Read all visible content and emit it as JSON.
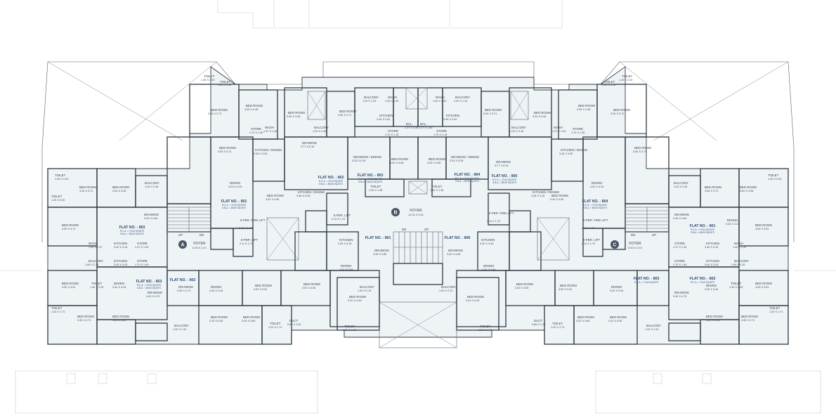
{
  "wing_markers": [
    "A",
    "B",
    "C"
  ],
  "flats": [
    {
      "label": "FLAT NO. - 801",
      "areas": [
        "R.C.A. = 70.43 SQ.MTS",
        "S.B.A. = 85.50 SQ.MTS"
      ]
    },
    {
      "label": "FLAT NO. - 802",
      "areas": [
        "R.C.A. = 70.43 SQ.MTS",
        "S.B.A. = 85.50 SQ.MTS"
      ]
    },
    {
      "label": "FLAT NO. - 803",
      "areas": [
        "R.C.A. = 70.43 SQ.MTS",
        "S.B.A. = 85.50 SQ.MTS"
      ]
    },
    {
      "label": "FLAT NO. - 804",
      "areas": [
        "R.C.A. = 70.43 SQ.MTS",
        "S.B.A. = 85.50 SQ.MTS"
      ]
    },
    {
      "label": "FLAT NO. - 805",
      "areas": [
        "R.C.A. = 70.43 SQ.MTS",
        "S.B.A. = 85.50 SQ.MTS"
      ]
    },
    {
      "label": "FLAT NO. - 806",
      "areas": [
        "R.C.A. = 70.43 SQ.MTS",
        "S.B.A. = 85.50 SQ.MTS"
      ]
    }
  ],
  "foyers": [
    {
      "label": "FOYER",
      "dim": "6.00 X 2.10"
    },
    {
      "label": "FOYER",
      "dim": "12.31 X 3.31"
    },
    {
      "label": "FOYER",
      "dim": "6.00 X 2.10"
    }
  ],
  "stair_labels": {
    "up": "UP",
    "dn": "DN"
  },
  "rooms": [
    {
      "label": "TOILET",
      "dim": "1.40 X 2.00"
    },
    {
      "label": "TOILET",
      "dim": "1.20 X 2.00"
    },
    {
      "label": "BED ROOM",
      "dim": "3.30 X 3.71"
    },
    {
      "label": "BED ROOM",
      "dim": "3.00 X 3.05"
    },
    {
      "label": "BED ROOM",
      "dim": "3.00 X 4.35"
    },
    {
      "label": "STORE",
      "dim": "1.70 X 1.40"
    },
    {
      "label": "WASH",
      "dim": "1.37 X 1.40"
    },
    {
      "label": "BALCONY",
      "dim": "1.20 X 2.40"
    },
    {
      "label": "BED ROOM",
      "dim": "3.00 X 3.71"
    },
    {
      "label": "KITCHEN",
      "dim": "3.40 X 3.42"
    },
    {
      "label": "BALCONY",
      "dim": "1.20 X 1.22"
    },
    {
      "label": "WASH",
      "dim": "1.40 X 1.20"
    },
    {
      "label": "BAL.",
      "dim": "1.17 X 1.40"
    },
    {
      "label": "STORE",
      "dim": "1.70 X 1.15"
    },
    {
      "label": "DRAWING",
      "dim": "3.77 X 5.10"
    },
    {
      "label": "KITCHEN / DINING",
      "dim": "3.45 X 3.30"
    },
    {
      "label": "DRAWING / DINING",
      "dim": "3.33 X 5.30"
    },
    {
      "label": "BED ROOM",
      "dim": "3.20 X 3.60"
    },
    {
      "label": "TOILET",
      "dim": "2.30 X 1.35"
    },
    {
      "label": "DINING",
      "dim": "4.20 X 4.24"
    },
    {
      "label": "8 PER. LIFT",
      "dim": "2.11 X 1.70"
    },
    {
      "label": "8 PER. FIRE LIFT",
      "dim": "2.11 X 1.70"
    },
    {
      "label": "DRAWING",
      "dim": "3.40 X 4.80"
    },
    {
      "label": "DINING",
      "dim": "3.40 X 3.44"
    },
    {
      "label": "KITCHEN",
      "dim": "3.40 X 3.43"
    },
    {
      "label": "BED ROOM",
      "dim": "3.00 X 3.51"
    },
    {
      "label": "BED ROOM",
      "dim": "3.00 X 3.50"
    },
    {
      "label": "STORE",
      "dim": "1.37 X 1.40"
    },
    {
      "label": "WASH",
      "dim": "1.40 X 1.37"
    },
    {
      "label": "BALCONY",
      "dim": "1.90 X 2.10"
    },
    {
      "label": "BED ROOM",
      "dim": "3.10 X 3.00"
    },
    {
      "label": "TOILET",
      "dim": "1.20 X 1.71"
    },
    {
      "label": "DUCT",
      "dim": "0.65 X 1.20"
    },
    {
      "label": "BED ROOM",
      "dim": "3.20 X 3.60"
    },
    {
      "label": "DRAWING",
      "dim": "3.40 X 4.70"
    },
    {
      "label": "TOILET",
      "dim": "1.40 X 1.80"
    },
    {
      "label": "BALCONY",
      "dim": "1.20 X 1.22"
    }
  ]
}
